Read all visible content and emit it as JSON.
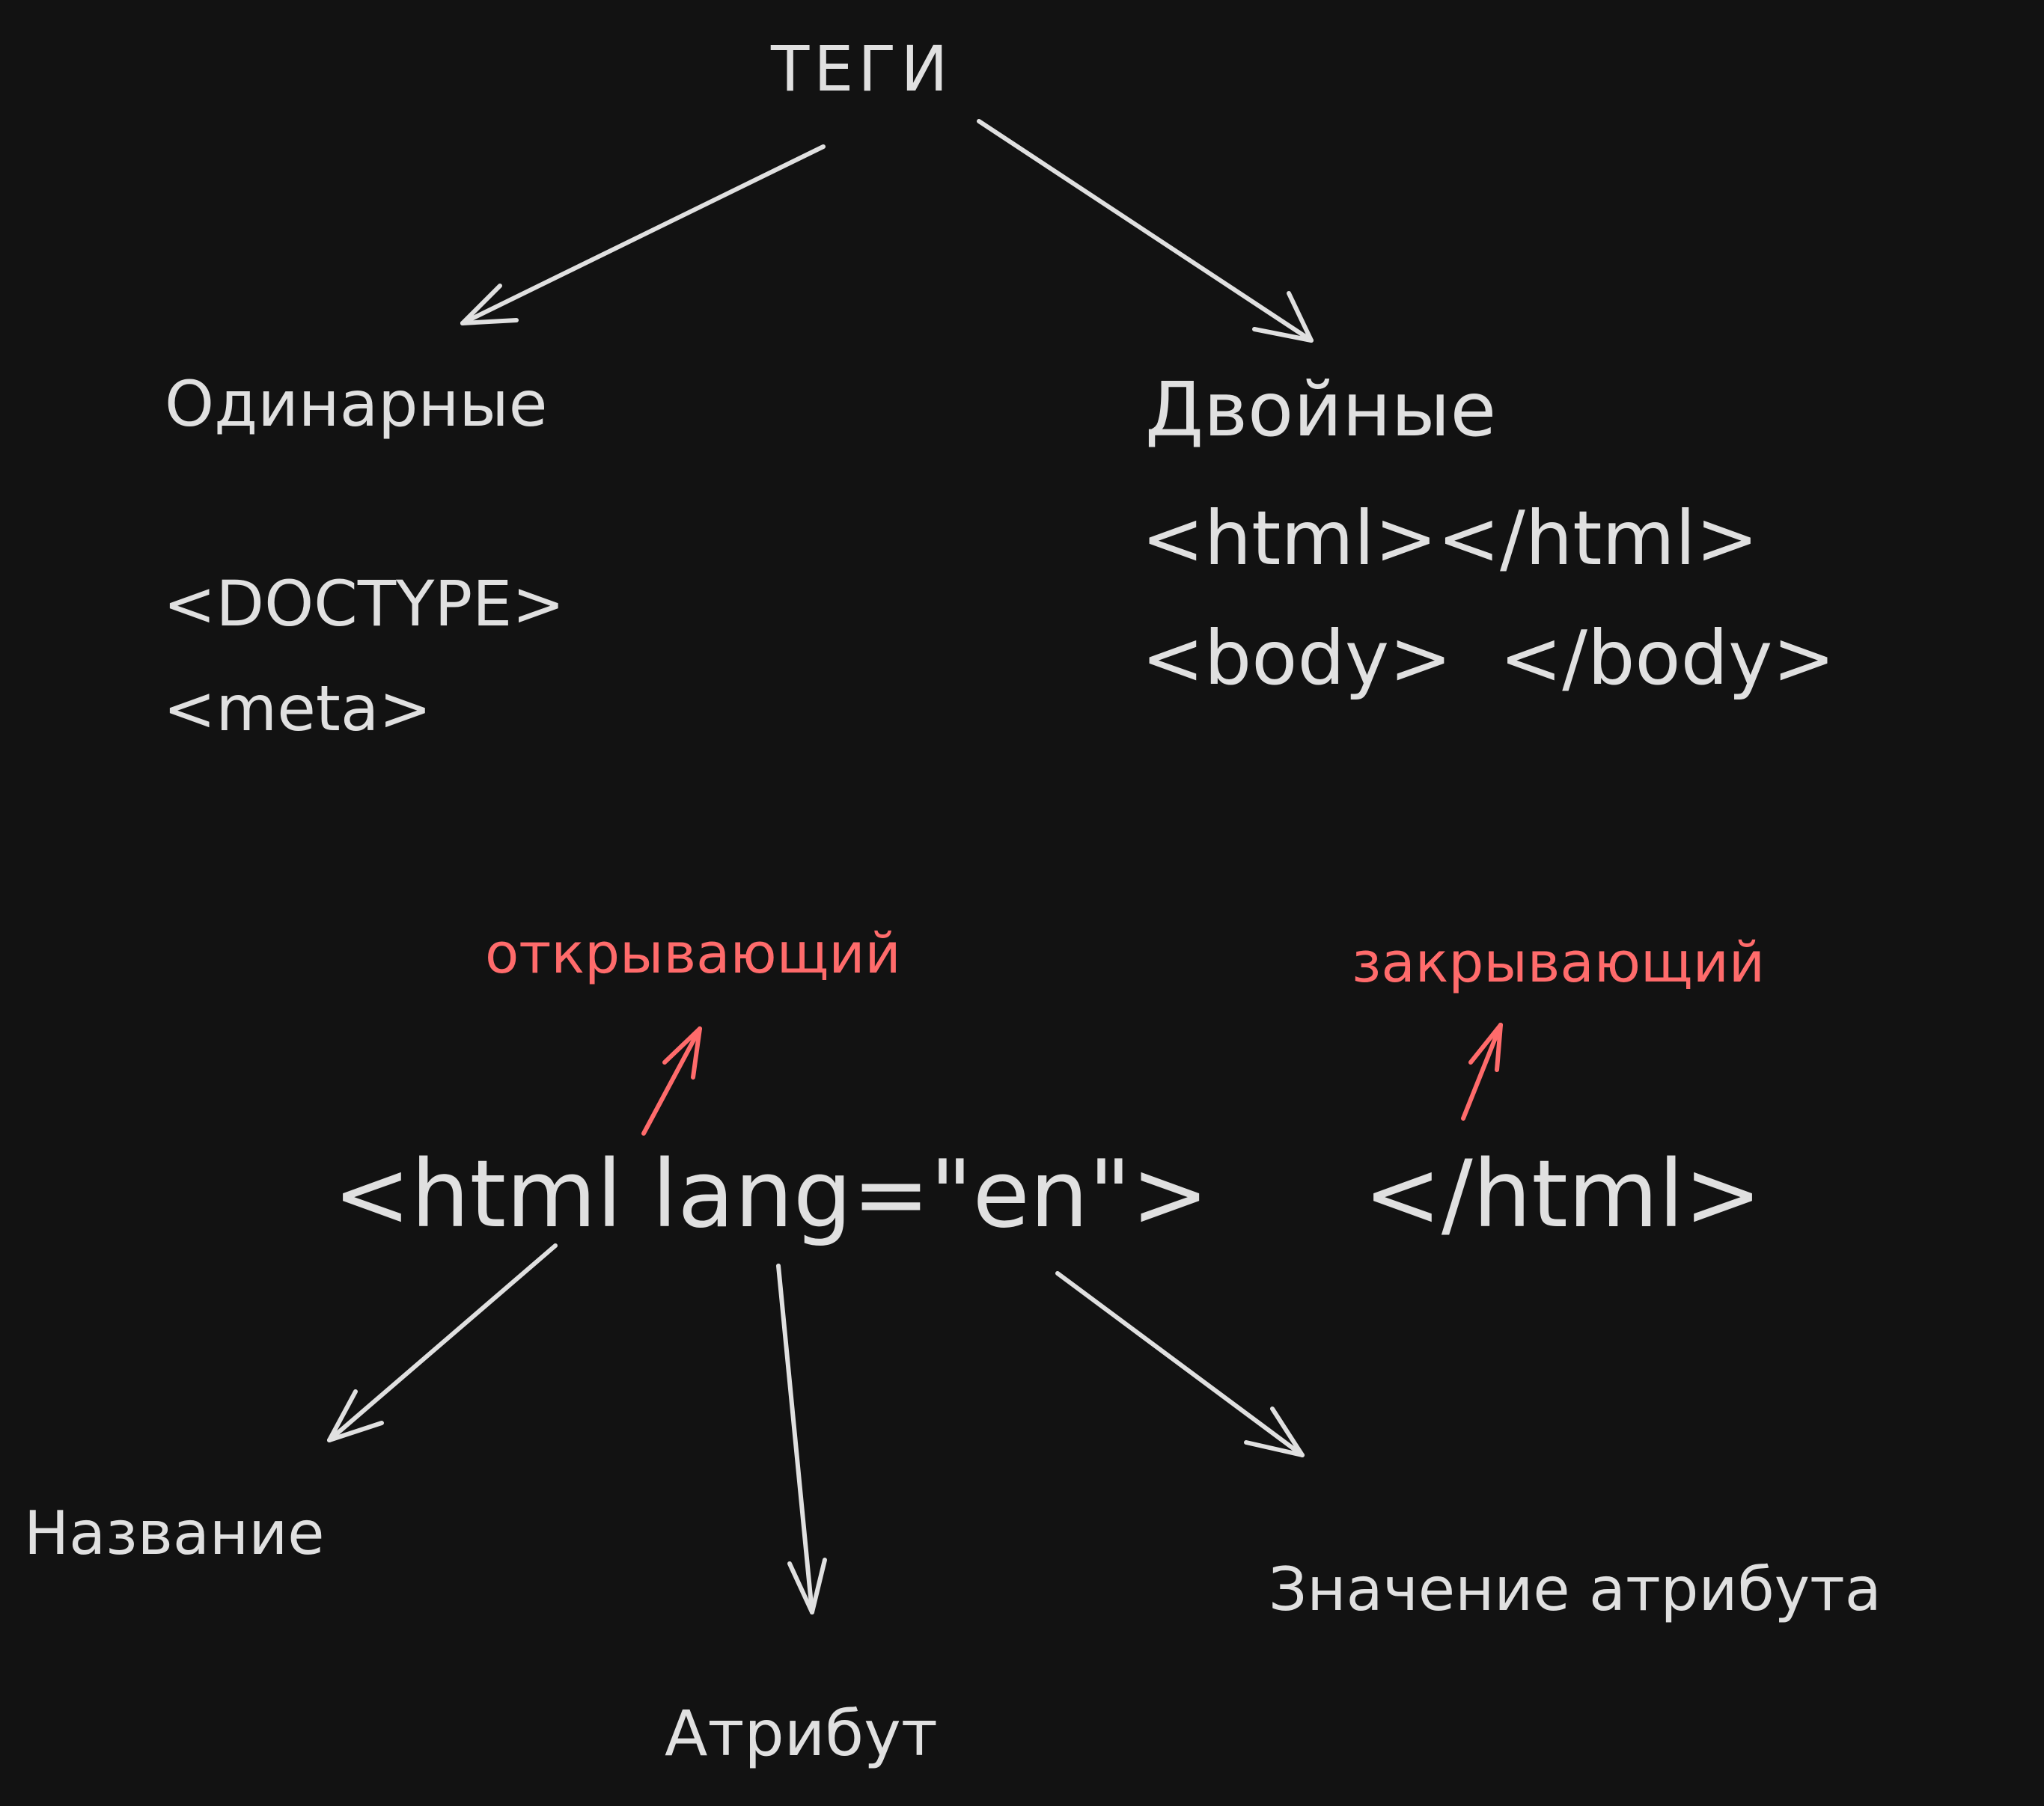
{
  "colors": {
    "background": "#121212",
    "ink": "#e0e0e0",
    "accent": "#ff6b6b"
  },
  "root": {
    "label": "ТЕГИ"
  },
  "single": {
    "heading": "Одинарные",
    "examples": [
      "<DOCTYPE>",
      "<meta>"
    ]
  },
  "double": {
    "heading": "Двойные",
    "examples": [
      "<html></html>",
      "<body>  </body>"
    ]
  },
  "anatomy": {
    "opening_tag": "<html lang=\"en\">",
    "closing_tag": "</html>",
    "opening_label": "открывающий",
    "closing_label": "закрывающий",
    "name_label": "Название",
    "attribute_label": "Атрибут",
    "value_label": "Значение атрибута"
  }
}
